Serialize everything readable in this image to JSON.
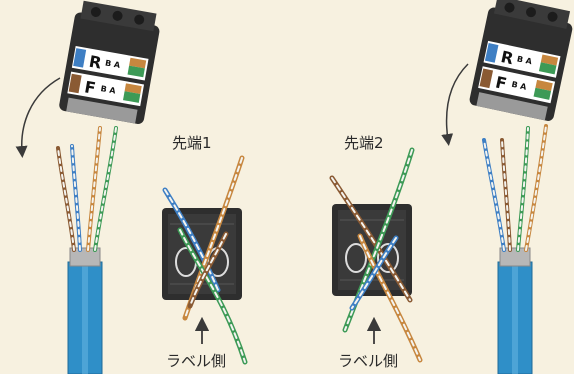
{
  "labels": {
    "tip1": "先端1",
    "tip2": "先端2",
    "label_side_1": "ラベル側",
    "label_side_2": "ラベル側"
  },
  "connector_marks": {
    "left_top": "R",
    "left_bottom": "F",
    "right_top": "R",
    "right_bottom": "F",
    "pair_top": "B A",
    "pair_bottom": "B A"
  },
  "colors": {
    "background": "#f7f1e0",
    "cable_jacket": "#2f8fc8",
    "connector": "#2e2e2e",
    "wire_blue": "#3e7fc4",
    "wire_orange": "#c7873f",
    "wire_green": "#3d9a56",
    "wire_brown": "#8a5a33",
    "wire_white": "#f4f4f0"
  }
}
